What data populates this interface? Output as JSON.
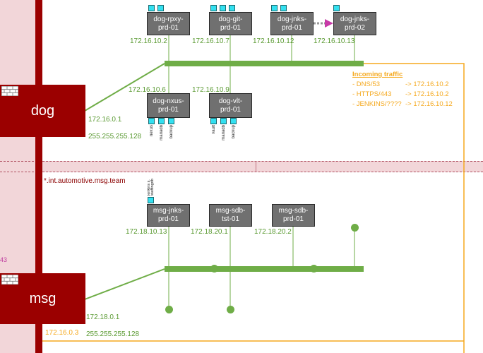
{
  "colors": {
    "router": "#9b0000",
    "bus": "#6fad47",
    "ip_text": "#5a9a32",
    "server": "#707070",
    "volume": "#33e0f0",
    "traffic": "#f5a91f",
    "zone": "#f2d6d9",
    "domain_text": "#8b0000"
  },
  "routers": {
    "dog": {
      "label": "dog",
      "ip": "172.16.0.1",
      "mask": "255.255.255.128"
    },
    "msg": {
      "label": "msg",
      "ip": "172.18.0.1",
      "mask": "255.255.255.128"
    }
  },
  "servers": {
    "dog_rpxy": {
      "label": "dog-rpxy-\nprd-01",
      "ip": "172.16.10.2"
    },
    "dog_git": {
      "label": "dog-git-\nprd-01",
      "ip": "172.16.10.7"
    },
    "dog_jnks1": {
      "label": "dog-jnks-\nprd-01",
      "ip": "172.16.10.12"
    },
    "dog_jnks2": {
      "label": "dog-jnks-\nprd-02",
      "ip": "172.16.10.13"
    },
    "dog_nxus": {
      "label": "dog-nxus-\nprd-01",
      "ip": "172.16.10.6"
    },
    "dog_vlt": {
      "label": "dog-vlt-\nprd-01",
      "ip": "172.16.10.9"
    },
    "msg_jnks": {
      "label": "msg-jnks-\nprd-01",
      "ip": "172.18.10.13"
    },
    "msg_sdb_tst": {
      "label": "msg-sdb-\ntst-01",
      "ip": "172.18.20.1"
    },
    "msg_sdb_prd": {
      "label": "msg-sdb-\nprd-01",
      "ip": "172.18.20.2"
    }
  },
  "volumes": {
    "nxus": [
      "nexus",
      "mariadb",
      "backup"
    ],
    "vlt": [
      "vault",
      "mariadb",
      "backup"
    ],
    "msg_jnks": [
      "jenkins s. staffingdb"
    ]
  },
  "incoming_traffic": {
    "title": "Incoming traffic",
    "rules": [
      {
        "name": "- DNS/53",
        "target": "-> 172.16.10.2"
      },
      {
        "name": "- HTTPS/443",
        "target": "-> 172.16.10.2"
      },
      {
        "name": "- JENKINS/????",
        "target": "-> 172.16.10.12"
      }
    ]
  },
  "domain": "*.int.automotive.msg.team",
  "left_fragment": "43",
  "bottom_ip": "172.16.0.3"
}
